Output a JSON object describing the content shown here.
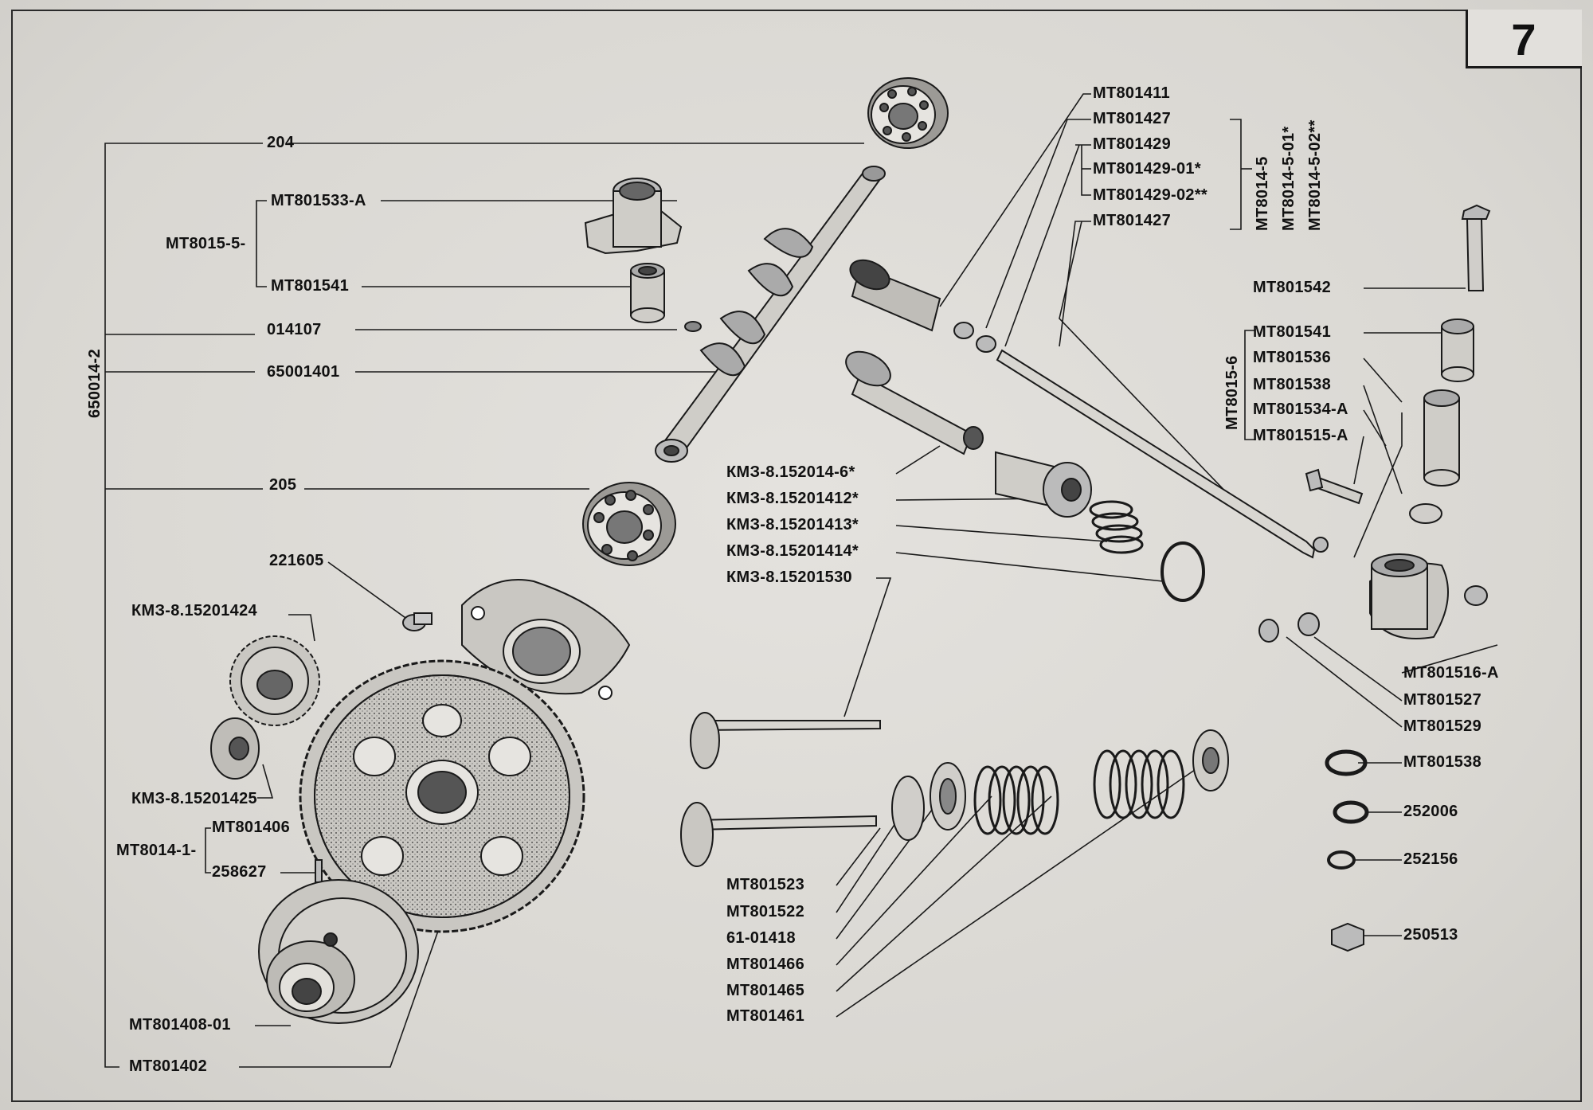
{
  "page_number": "7",
  "labels": {
    "l_204": "204",
    "l_mt801533a": "MT801533-A",
    "l_mt8015_5": "MT8015-5-",
    "l_mt801541_left": "MT801541",
    "l_014107": "014107",
    "l_65001401": "65001401",
    "l_650014_2": "650014-2",
    "l_205": "205",
    "l_221605": "221605",
    "l_km3_424": "КМЗ-8.15201424",
    "l_km3_425": "КМЗ-8.15201425",
    "l_mt801406": "MT801406",
    "l_mt8014_1": "MT8014-1-",
    "l_258627": "258627",
    "l_mt801408_01": "MT801408-01",
    "l_mt801402": "MT801402",
    "l_mt801411": "MT801411",
    "l_mt801427_a": "MT801427",
    "l_mt801429": "MT801429",
    "l_mt801429_01": "MT801429-01*",
    "l_mt801429_02": "MT801429-02**",
    "l_mt801427_b": "MT801427",
    "l_mt8014_5": "MT8014-5",
    "l_mt8014_5_01": "MT8014-5-01*",
    "l_mt8014_5_02": "MT8014-5-02**",
    "l_km3_6": "КМЗ-8.152014-6*",
    "l_km3_412": "КМЗ-8.15201412*",
    "l_km3_413": "КМЗ-8.15201413*",
    "l_km3_414": "КМЗ-8.15201414*",
    "l_km3_530": "КМЗ-8.15201530",
    "l_mt801523": "MT801523",
    "l_mt801522": "MT801522",
    "l_61_01418": "61-01418",
    "l_mt801466": "MT801466",
    "l_mt801465": "MT801465",
    "l_mt801461": "MT801461",
    "l_mt801542": "MT801542",
    "l_mt8015_6": "MT8015-6",
    "l_mt801541_right": "MT801541",
    "l_mt801536": "MT801536",
    "l_mt801538_a": "MT801538",
    "l_mt801534a": "MT801534-A",
    "l_mt801515a": "MT801515-A",
    "l_mt801516a": "MT801516-A",
    "l_mt801527": "MT801527",
    "l_mt801529": "MT801529",
    "l_mt801538_b": "MT801538",
    "l_252006": "252006",
    "l_252156": "252156",
    "l_250513": "250513"
  }
}
